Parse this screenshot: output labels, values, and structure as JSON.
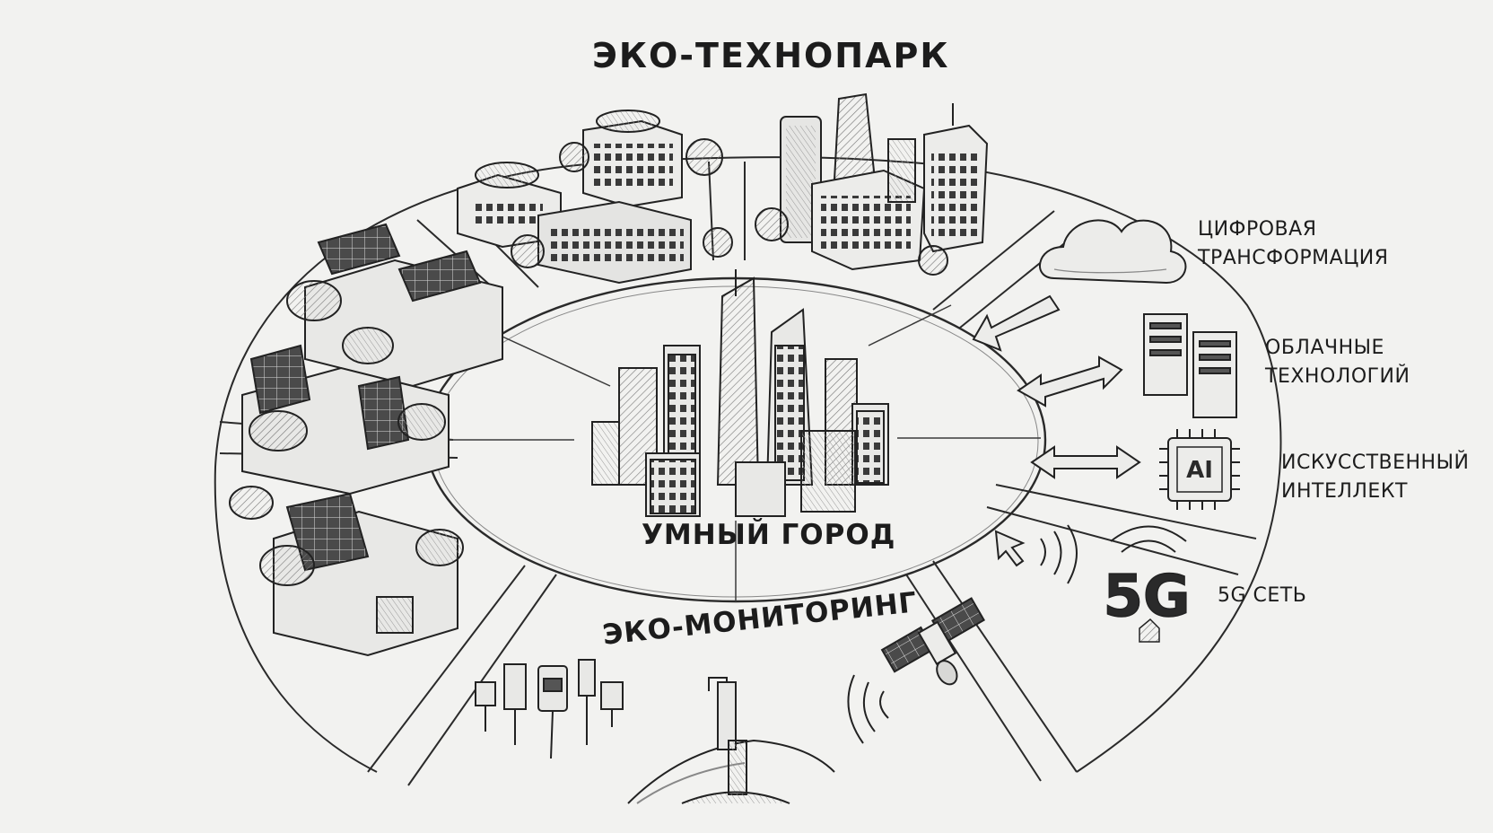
{
  "labels": {
    "eco_technopark": "ЭКО-ТЕХНОПАРК",
    "smart_city": "УМНЫЙ ГОРОД",
    "eco_monitoring": "ЭКО-МОНИТОРИНГ",
    "digital_transformation": [
      "ЦИФРОВАЯ",
      "ТРАНСФОРМАЦИЯ"
    ],
    "cloud_tech": [
      "ОБЛАЧНЫЕ",
      "ТЕХНОЛОГИЙ"
    ],
    "ai": [
      "ИСКУССТВЕННЫЙ",
      "ИНТЕЛЛЕКТ"
    ],
    "network_5g": "5G СЕТЬ"
  },
  "glyphs": {
    "ai_chip": "AI",
    "five_g": "5G"
  },
  "colors": {
    "background": "#f2f2f0",
    "ink": "#2a2a2a"
  }
}
